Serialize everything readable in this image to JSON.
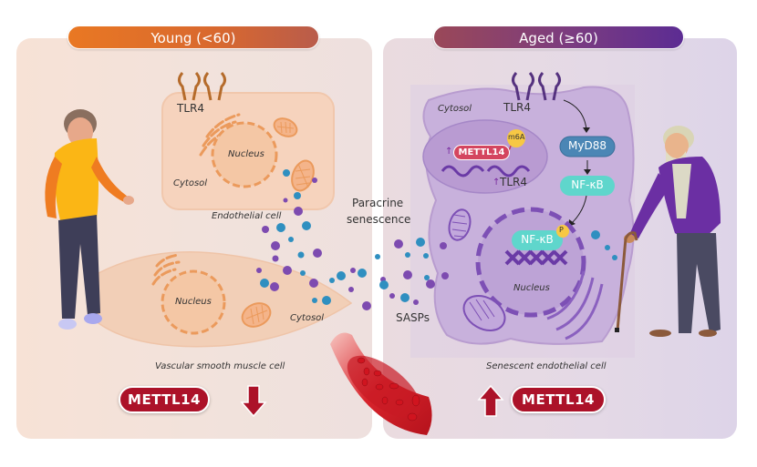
{
  "panels": {
    "young": {
      "title": "Young (<60)",
      "receptor_label": "TLR4",
      "endothelial_cell": {
        "nucleus_label": "Nucleus",
        "cytosol_label": "Cytosol",
        "caption": "Endothelial cell"
      },
      "smooth_muscle_cell": {
        "nucleus_label": "Nucleus",
        "cytosol_label": "Cytosol",
        "caption": "Vascular smooth muscle cell"
      },
      "mettl14": {
        "label": "METTL14",
        "direction": "down"
      }
    },
    "aged": {
      "title": "Aged (≥60)",
      "receptor_label": "TLR4",
      "cytosol_label": "Cytosol",
      "mettl14_node": {
        "label": "METTL14",
        "modification": "m6A",
        "arrow": "↑"
      },
      "tlr4_upregulated": {
        "label": "TLR4",
        "arrow": "↑"
      },
      "pathway": [
        "MyD88",
        "NF-κB"
      ],
      "nuclear_nfkb": {
        "label": "NF-κB",
        "phospho": "P"
      },
      "nucleus_label": "Nucleus",
      "caption": "Senescent endothelial cell",
      "mettl14": {
        "label": "METTL14",
        "direction": "up"
      }
    }
  },
  "center": {
    "paracrine_line1": "Paracrine",
    "paracrine_line2": "senescence",
    "sasps_label": "SASPs"
  },
  "colors": {
    "young_accent": "#e97823",
    "aged_accent": "#5c2c93",
    "mettl14_red": "#ac1229",
    "myd88_blue": "#4b86b5",
    "nfkb_teal": "#5fd6cc",
    "sasp_purple": "#7d4bb0",
    "sasp_blue": "#2f8fc0"
  }
}
